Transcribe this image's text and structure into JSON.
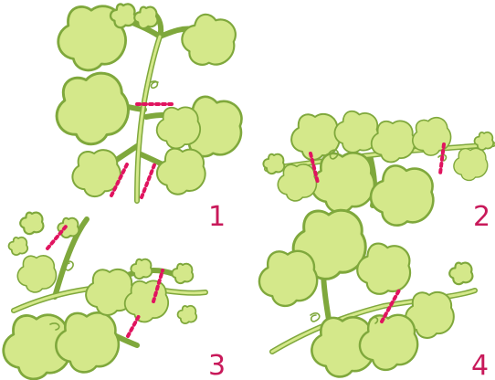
{
  "colors": {
    "cut_line": "#e0145f",
    "label": "#c8195a",
    "leaf_fill": "#d4e88a",
    "leaf_outline": "#7fa83c",
    "background": "#ffffff"
  },
  "panels": [
    {
      "label": "1"
    },
    {
      "label": "2"
    },
    {
      "label": "3"
    },
    {
      "label": "4"
    }
  ]
}
